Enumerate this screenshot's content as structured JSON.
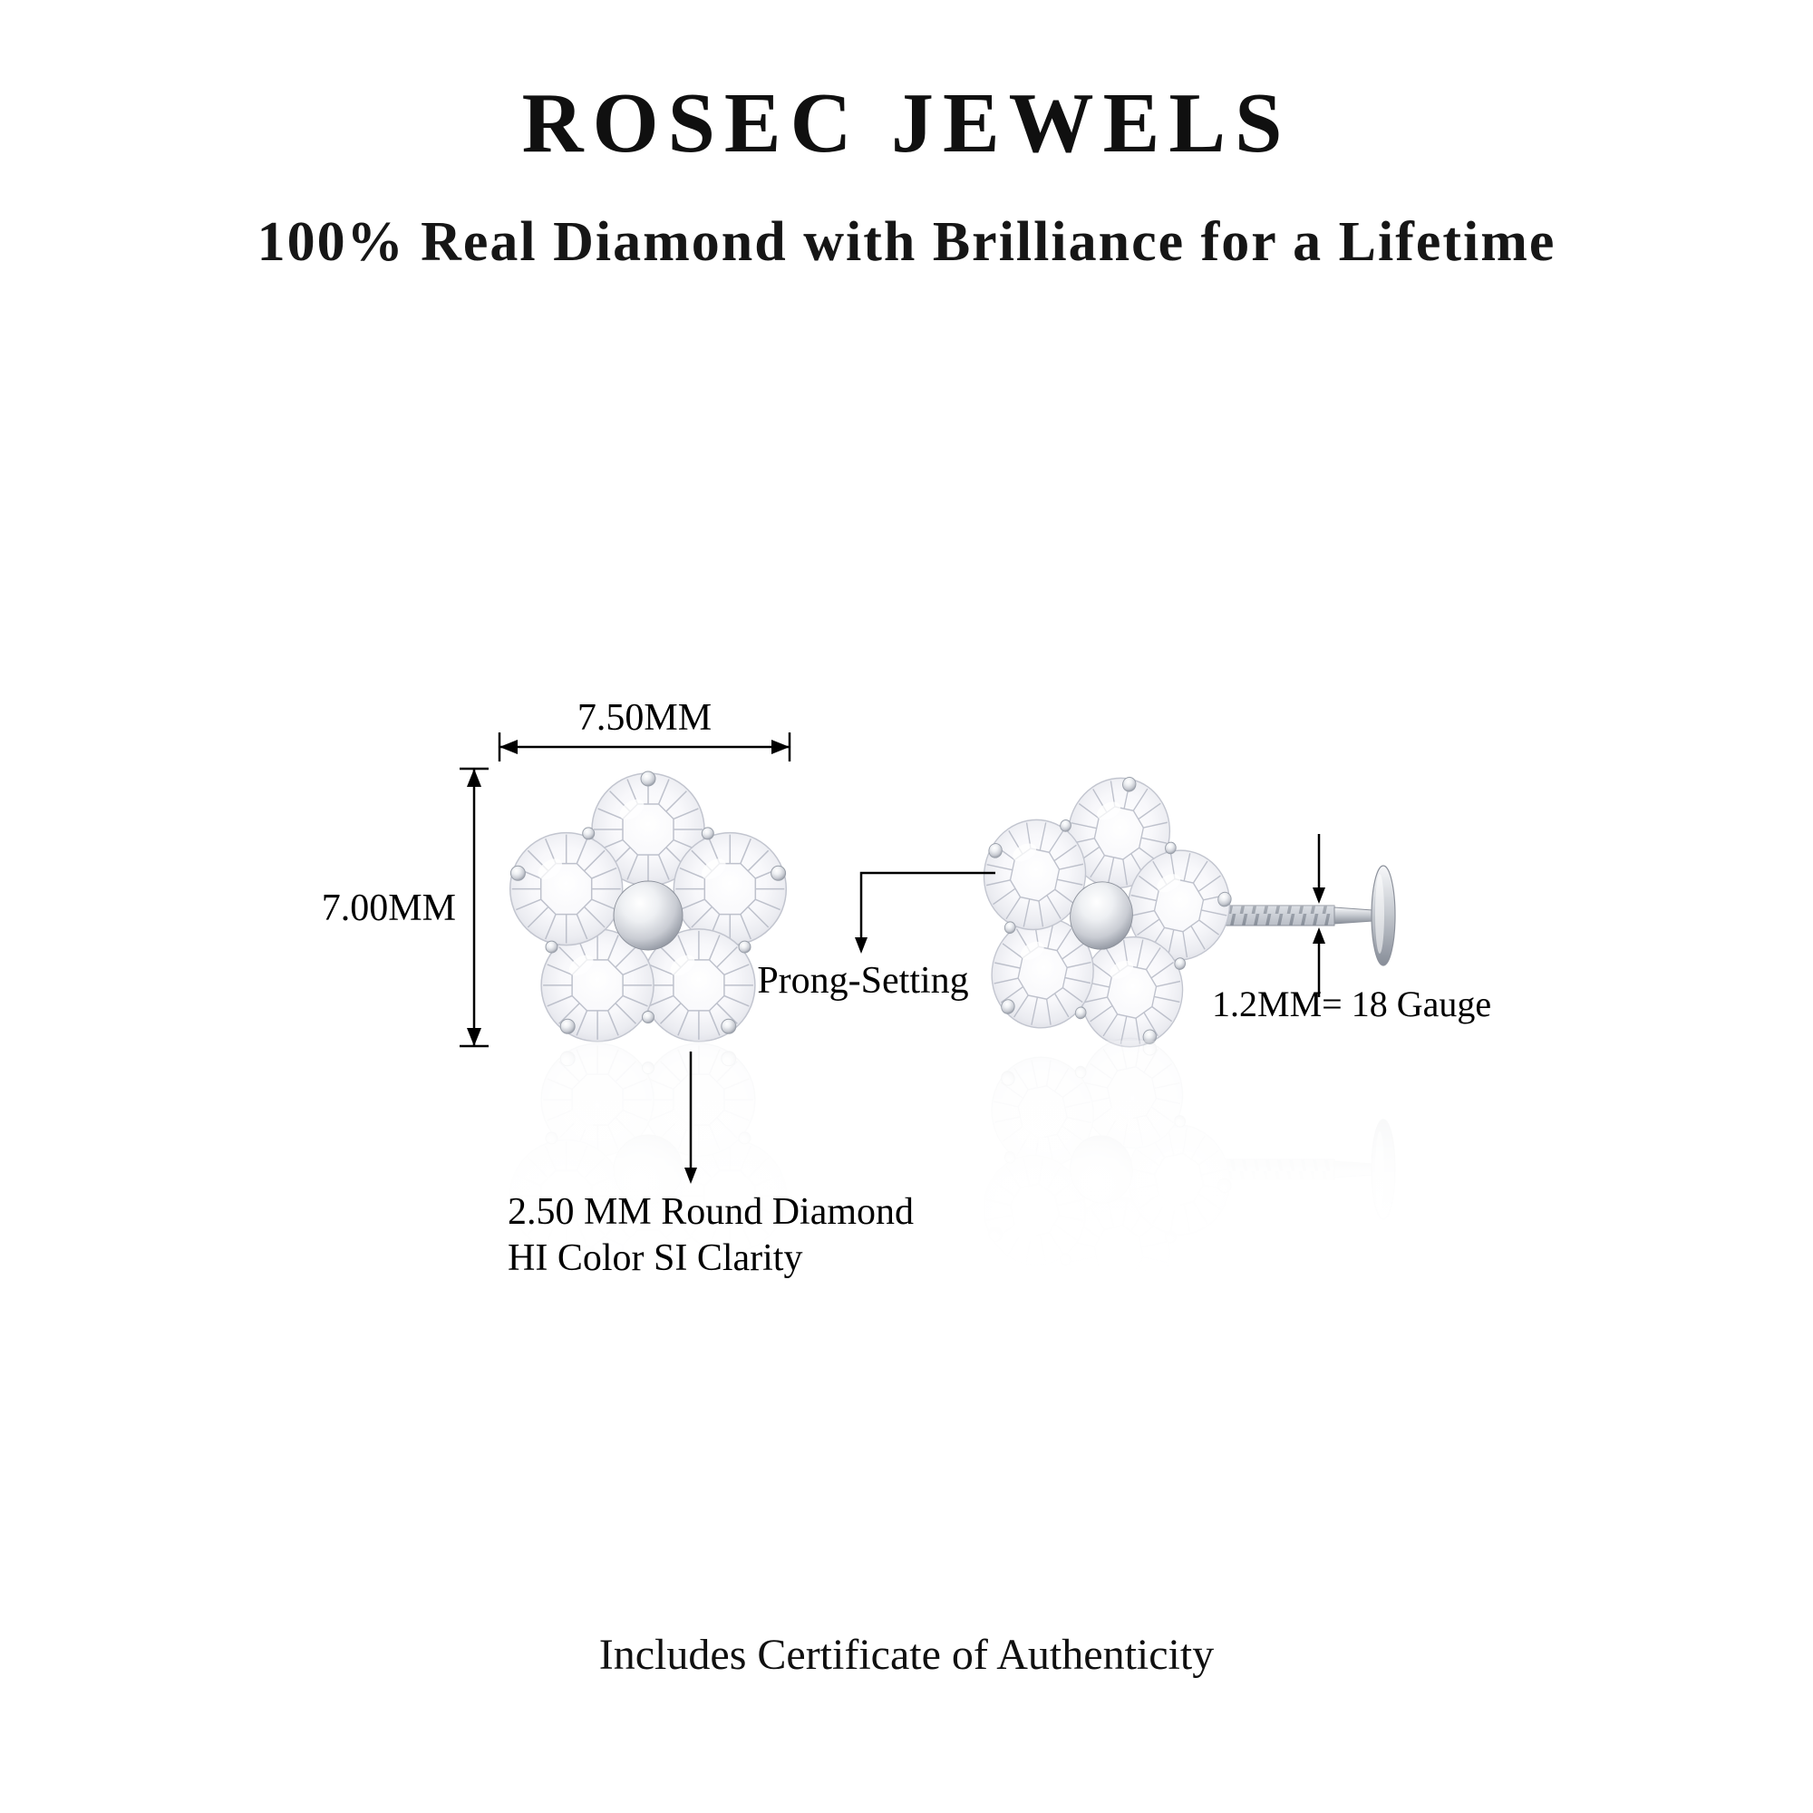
{
  "brand": {
    "title": "ROSEC JEWELS",
    "tagline": "100% Real Diamond with Brilliance for a Lifetime"
  },
  "annotations": {
    "width_label": "7.50MM",
    "height_label": "7.00MM",
    "prong_label": "Prong-Setting",
    "gauge_label": "1.2MM= 18 Gauge",
    "stone_note_line1": "2.50 MM Round Diamond",
    "stone_note_line2": "HI Color SI Clarity"
  },
  "footer": {
    "certificate": "Includes Certificate of Authenticity"
  },
  "illustration": {
    "left_view": "flower-diamond-stud-front-view",
    "right_view": "flower-diamond-stud-side-view-with-threaded-labret-post"
  },
  "colors": {
    "background": "#ffffff",
    "text": "#111111",
    "line": "#000000",
    "metal_light": "#f7f8fa",
    "metal_dark": "#878d98",
    "diamond_edge": "#c6c8d2"
  }
}
